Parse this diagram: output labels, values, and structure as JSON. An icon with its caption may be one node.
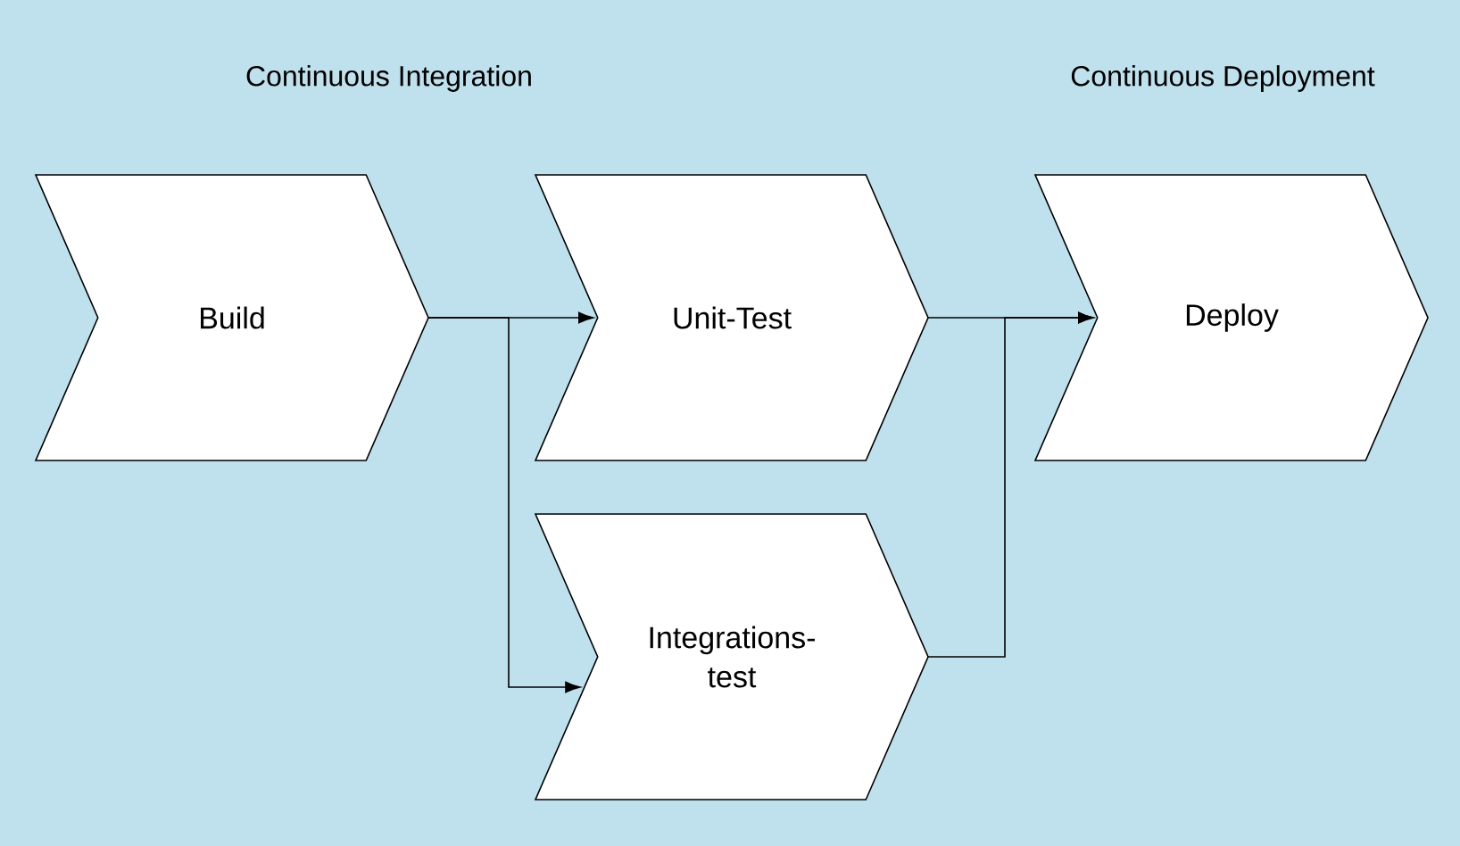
{
  "diagram": {
    "nodes": [
      {
        "text": [
          "Build"
        ]
      },
      {
        "text": [
          "Unit-Test"
        ]
      },
      {
        "text": [
          "Deploy"
        ]
      },
      {
        "text": [
          "Integrations- test"
        ]
      }
    ],
    "edges": [
      {
        "from": 0,
        "to": 1,
        "arrow": "to"
      },
      {
        "from": 0,
        "to": 3,
        "arrow": "to"
      },
      {
        "from": 1,
        "to": 2,
        "arrow": "to"
      },
      {
        "from": 3,
        "to": 2,
        "arrow": "to"
      }
    ],
    "labels": [
      "Continuous Integration",
      "Continuous Deployment"
    ]
  }
}
